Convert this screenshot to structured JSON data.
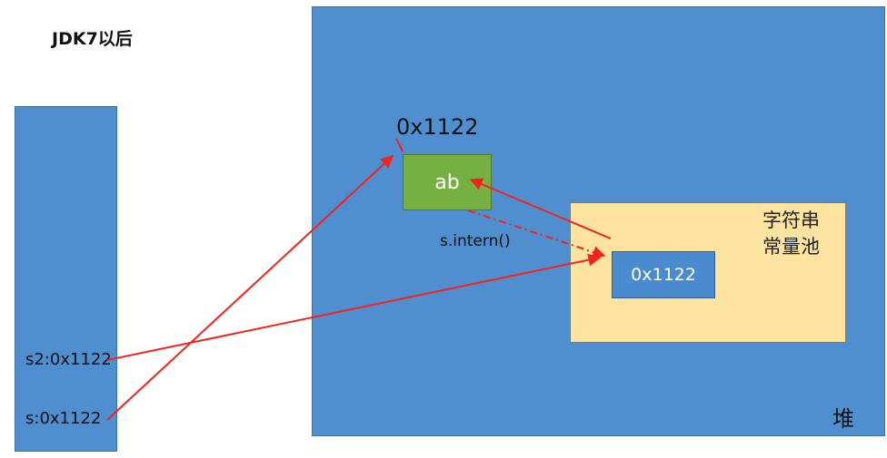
{
  "title": "JDK7以后",
  "heap": {
    "label": "堆"
  },
  "pool": {
    "label_line1": "字符串",
    "label_line2": "常量池",
    "entry": "0x1122"
  },
  "ab_object": {
    "value": "ab",
    "address": "0x1122"
  },
  "intern_label": "s.intern()",
  "stack": {
    "s2": "s2:0x1122",
    "s": "s:0x1122"
  },
  "colors": {
    "arrow": "#f5221b",
    "heap": "#4f8fd0",
    "pool": "#fde3a0",
    "ab": "#76b042",
    "pool_entry": "#4a8bcf"
  }
}
